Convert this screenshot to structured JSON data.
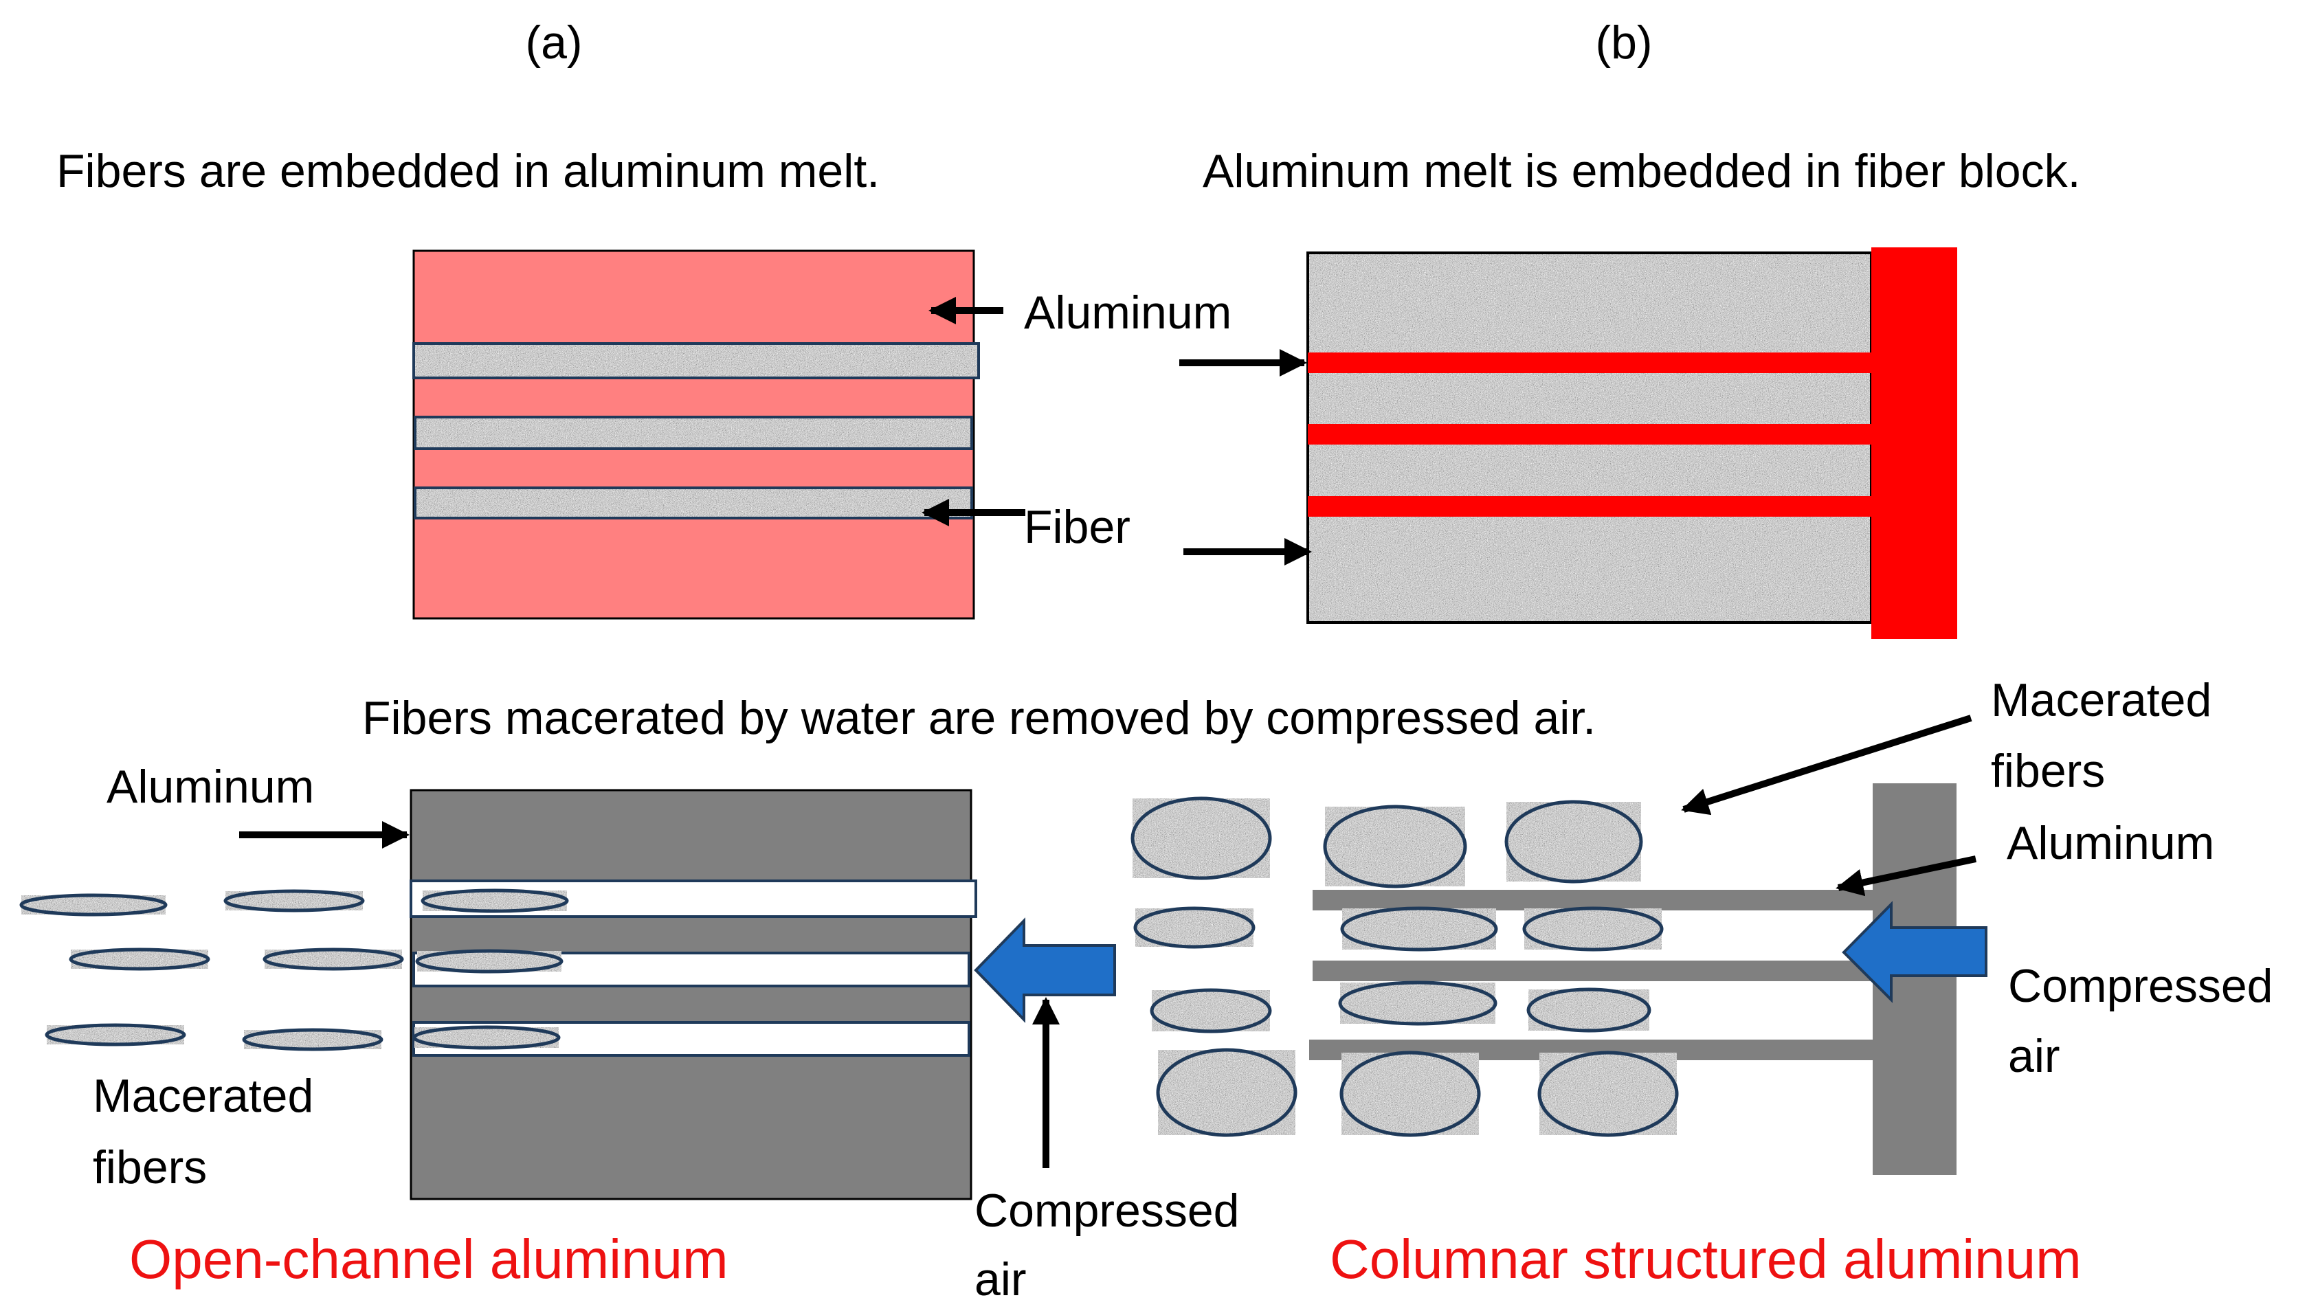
{
  "panel_labels": {
    "a": "(a)",
    "b": "(b)"
  },
  "headings": {
    "a": "Fibers are embedded in aluminum melt.",
    "b": "Aluminum melt is embedded in fiber block.",
    "middle": "Fibers macerated by water are removed by compressed air."
  },
  "top_a": {
    "aluminum": "Aluminum",
    "fiber": "Fiber"
  },
  "bottom_a": {
    "aluminum": "Aluminum",
    "macerated_line1": "Macerated",
    "macerated_line2": "fibers",
    "compressed_line1": "Compressed",
    "compressed_line2": "air"
  },
  "bottom_b": {
    "macerated_line1": "Macerated",
    "macerated_line2": "fibers",
    "aluminum": "Aluminum",
    "compressed_line1": "Compressed",
    "compressed_line2": "air"
  },
  "results": {
    "a": "Open-channel aluminum",
    "b": "Columnar structured aluminum"
  },
  "colors": {
    "aluminum_melt": "#ff8080",
    "aluminum_red": "#ff0000",
    "solid_aluminum": "#808080",
    "air_arrow": "#1f6fc8",
    "caption_red": "#ee1111",
    "outline": "#1f3a5a"
  }
}
